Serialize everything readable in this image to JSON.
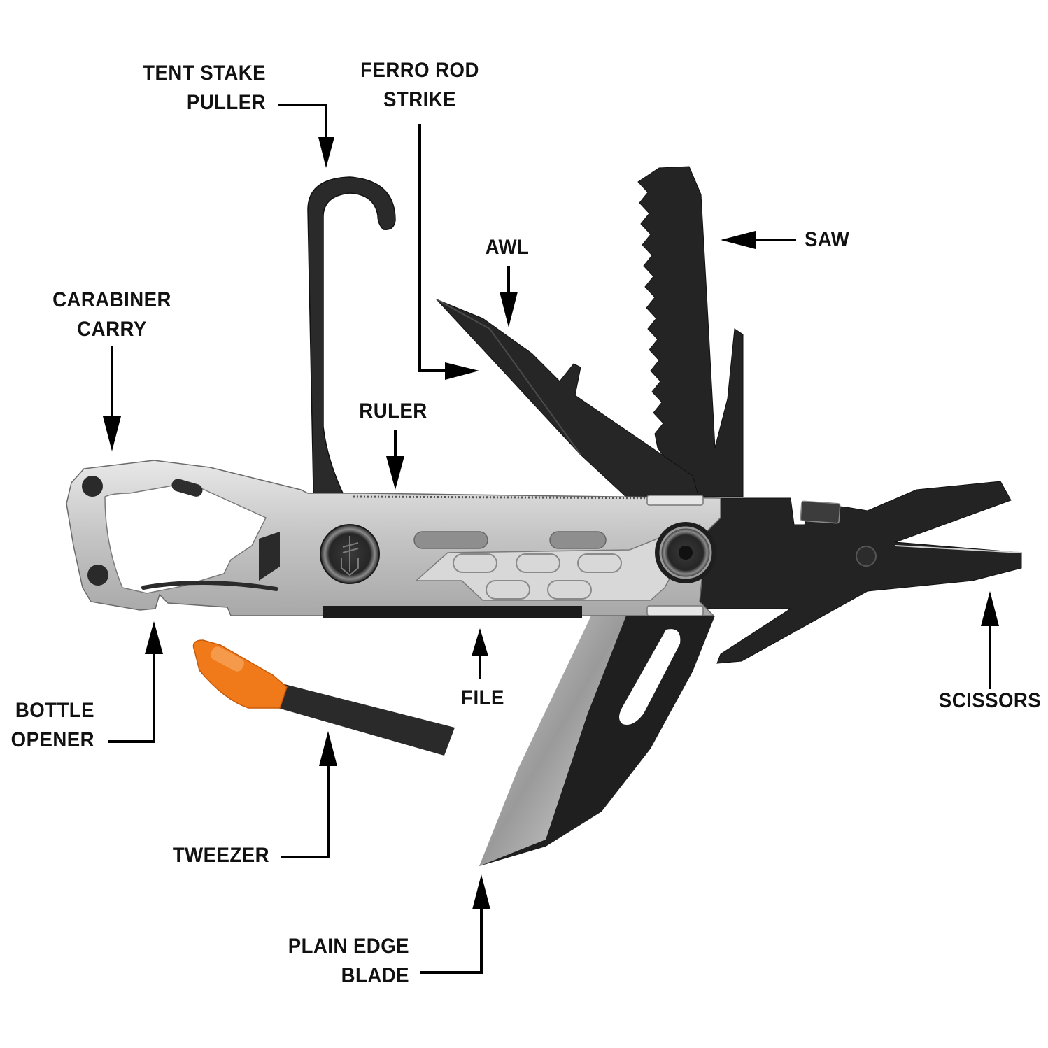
{
  "diagram": {
    "subject": "Multitool with labeled features",
    "colors": {
      "background": "#ffffff",
      "ink": "#111111",
      "black_steel": "#222222",
      "black_steel_edge": "#3a3a3a",
      "silver": "#c8c8c8",
      "silver_light": "#e4e4e4",
      "silver_dark": "#8c8c8c",
      "tweezer_orange": "#f07a1a"
    },
    "callouts": [
      {
        "id": "tent-stake-puller",
        "lines": [
          "TENT STAKE",
          "PULLER"
        ]
      },
      {
        "id": "ferro-rod-strike",
        "lines": [
          "FERRO ROD",
          "STRIKE"
        ]
      },
      {
        "id": "awl",
        "lines": [
          "AWL"
        ]
      },
      {
        "id": "saw",
        "lines": [
          "SAW"
        ]
      },
      {
        "id": "carabiner-carry",
        "lines": [
          "CARABINER",
          "CARRY"
        ]
      },
      {
        "id": "ruler",
        "lines": [
          "RULER"
        ]
      },
      {
        "id": "bottle-opener",
        "lines": [
          "BOTTLE",
          "OPENER"
        ]
      },
      {
        "id": "file",
        "lines": [
          "FILE"
        ]
      },
      {
        "id": "scissors",
        "lines": [
          "SCISSORS"
        ]
      },
      {
        "id": "tweezer",
        "lines": [
          "TWEEZER"
        ]
      },
      {
        "id": "plain-edge-blade",
        "lines": [
          "PLAIN EDGE",
          "BLADE"
        ]
      }
    ]
  }
}
